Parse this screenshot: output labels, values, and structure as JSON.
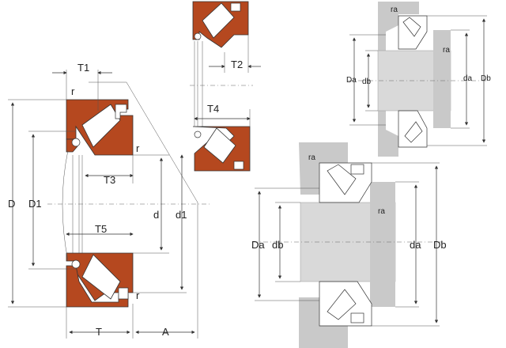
{
  "main_section": {
    "labels": {
      "T1": "T1",
      "r_top": "r",
      "r_mid": "r",
      "r_bottom": "r",
      "T3": "T3",
      "T5": "T5",
      "D": "D",
      "D1": "D1",
      "d": "d",
      "d1": "d1",
      "T": "T",
      "A": "A"
    }
  },
  "small_section": {
    "labels": {
      "T2": "T2",
      "T4": "T4"
    }
  },
  "mount_top": {
    "labels": {
      "ra_top": "ra",
      "ra_right": "ra",
      "Da": "Da",
      "db": "db",
      "da": "da",
      "Db": "Db"
    }
  },
  "mount_bottom": {
    "labels": {
      "ra_top": "ra",
      "ra_right": "ra",
      "Da": "Da",
      "db": "db",
      "da": "da",
      "Db": "Db"
    }
  },
  "colors": {
    "ring": "#b5481f",
    "housing": "#c9c9c9",
    "shaft": "#d9d9d9"
  }
}
